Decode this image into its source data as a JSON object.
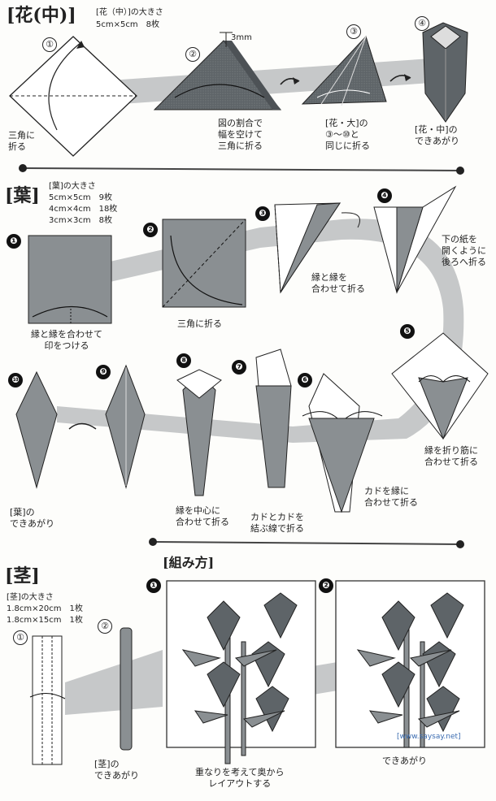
{
  "colors": {
    "paper_dark": "#5e6468",
    "paper_mid": "#8a8f92",
    "band": "#c6c8c9",
    "frame": "#333333"
  },
  "flower": {
    "title": "[花(中)]",
    "size_label": "[花（中）]の大きさ",
    "size_value": "5cm×5cm　8枚",
    "steps": [
      "①",
      "②",
      "③",
      "④"
    ],
    "step1_note": "三角に\n折る",
    "step2_note": "図の割合で\n幅を空けて\n三角に折る",
    "step2_measure": "3mm",
    "step3_note": "[花・大]の\n③〜⑩と\n同じに折る",
    "step4_note": "[花・中]の\nできあがり"
  },
  "leaf": {
    "title": "[葉]",
    "size_label": "[葉]の大きさ",
    "sizes": [
      "5cm×5cm　9枚",
      "4cm×4cm　18枚",
      "3cm×3cm　8枚"
    ],
    "steps": [
      "❶",
      "❷",
      "❸",
      "❹",
      "❺",
      "❻",
      "❼",
      "❽",
      "❾",
      "❿"
    ],
    "step1_note": "縁と縁を合わせて\n印をつける",
    "step2_note": "三角に折る",
    "step3_note": "縁と縁を\n合わせて折る",
    "step4_note": "下の紙を\n開くように\n後ろへ折る",
    "step5_note": "縁を折り筋に\n合わせて折る",
    "step6_note": "カドを縁に\n合わせて折る",
    "step7_note": "カドとカドを\n結ぶ線で折る",
    "step8_note": "縁を中心に\n合わせて折る",
    "step10_note": "[葉]の\nできあがり"
  },
  "stem": {
    "title": "[茎]",
    "size_label": "[茎]の大きさ",
    "sizes": [
      "1.8cm×20cm　1枚",
      "1.8cm×15cm　1枚"
    ],
    "steps": [
      "①",
      "②"
    ],
    "done_note": "[茎]の\nできあがり"
  },
  "assembly": {
    "title": "[組み方]",
    "steps": [
      "❶",
      "❷"
    ],
    "step1_note": "重なりを考えて奥から\nレイアウトする",
    "step2_note": "できあがり"
  },
  "watermark": {
    "site": "[www.saysay.net]"
  }
}
